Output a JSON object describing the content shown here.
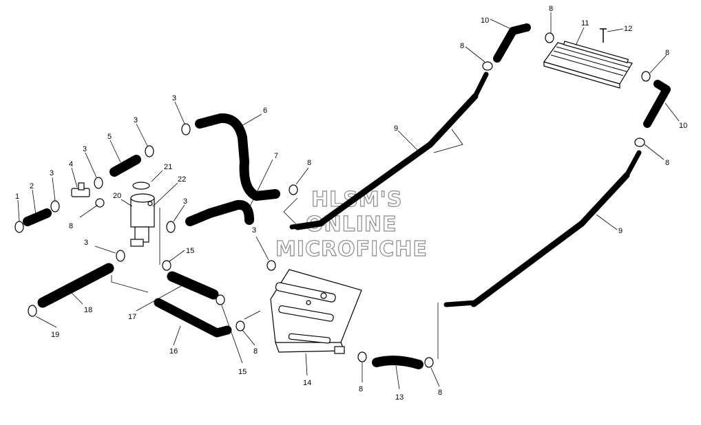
{
  "callouts": [
    {
      "id": "c1",
      "text": "1"
    },
    {
      "id": "c2",
      "text": "2"
    },
    {
      "id": "c3a",
      "text": "3"
    },
    {
      "id": "c4",
      "text": "4"
    },
    {
      "id": "c3b",
      "text": "3"
    },
    {
      "id": "c5",
      "text": "5"
    },
    {
      "id": "c3c",
      "text": "3"
    },
    {
      "id": "c3d",
      "text": "3"
    },
    {
      "id": "c6",
      "text": "6"
    },
    {
      "id": "c21",
      "text": "21"
    },
    {
      "id": "c22",
      "text": "22"
    },
    {
      "id": "c20",
      "text": "20"
    },
    {
      "id": "c8a",
      "text": "8"
    },
    {
      "id": "c3e",
      "text": "3"
    },
    {
      "id": "c3f",
      "text": "3"
    },
    {
      "id": "c7",
      "text": "7"
    },
    {
      "id": "c8b",
      "text": "8"
    },
    {
      "id": "c3g",
      "text": "3"
    },
    {
      "id": "c15a",
      "text": "15"
    },
    {
      "id": "c18",
      "text": "18"
    },
    {
      "id": "c17",
      "text": "17"
    },
    {
      "id": "c19",
      "text": "19"
    },
    {
      "id": "c16",
      "text": "16"
    },
    {
      "id": "c8c",
      "text": "8"
    },
    {
      "id": "c15b",
      "text": "15"
    },
    {
      "id": "c14",
      "text": "14"
    },
    {
      "id": "c8d",
      "text": "8"
    },
    {
      "id": "c13",
      "text": "13"
    },
    {
      "id": "c8e",
      "text": "8"
    },
    {
      "id": "c10a",
      "text": "10"
    },
    {
      "id": "c8f",
      "text": "8"
    },
    {
      "id": "c8g",
      "text": "8"
    },
    {
      "id": "c11",
      "text": "11"
    },
    {
      "id": "c12",
      "text": "12"
    },
    {
      "id": "c8h",
      "text": "8"
    },
    {
      "id": "c9a",
      "text": "9"
    },
    {
      "id": "c10b",
      "text": "10"
    },
    {
      "id": "c8i",
      "text": "8"
    },
    {
      "id": "c9b",
      "text": "9"
    }
  ],
  "watermark": {
    "line1": "HLSM'S",
    "line2": "ONLINE",
    "line3": "MICROFICHE",
    "color": "#8a8a8a"
  }
}
